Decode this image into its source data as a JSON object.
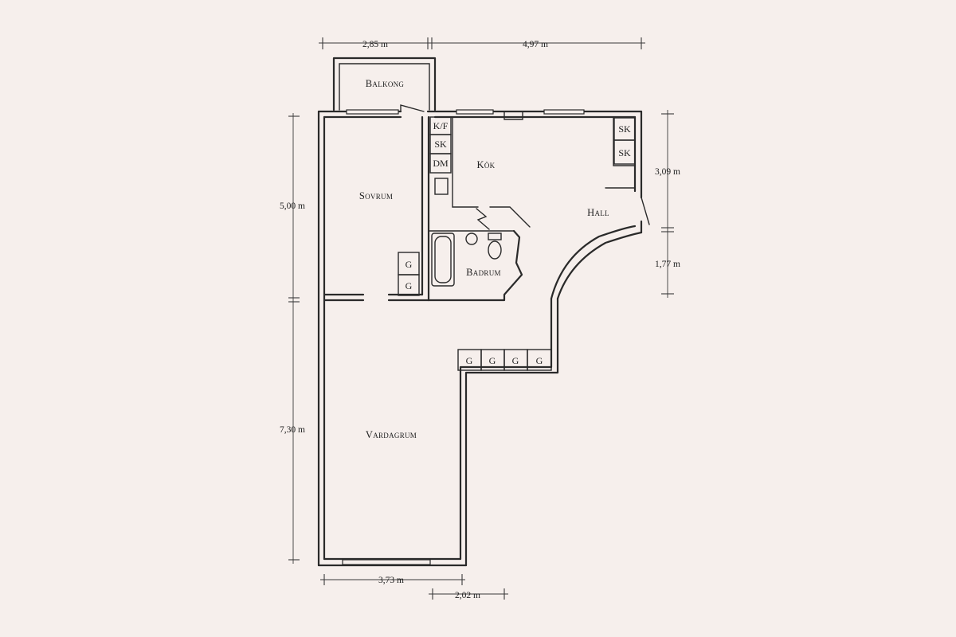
{
  "rooms": {
    "balkong": "Balkong",
    "sovrum": "Sovrum",
    "kok": "Kök",
    "hall": "Hall",
    "badrum": "Badrum",
    "vardagrum": "Vardagrum"
  },
  "fixtures": {
    "kf": "K/F",
    "sk_kitchen": "SK",
    "dm": "DM",
    "sk_hall_1": "SK",
    "sk_hall_2": "SK",
    "g": "G"
  },
  "dimensions": {
    "top_left": "2,85 m",
    "top_right": "4,97 m",
    "left_upper": "5,00 m",
    "left_lower": "7,30 m",
    "right_upper": "3,09 m",
    "right_lower": "1,77 m",
    "bottom_left": "3,73 m",
    "bottom_right": "2,02 m"
  }
}
